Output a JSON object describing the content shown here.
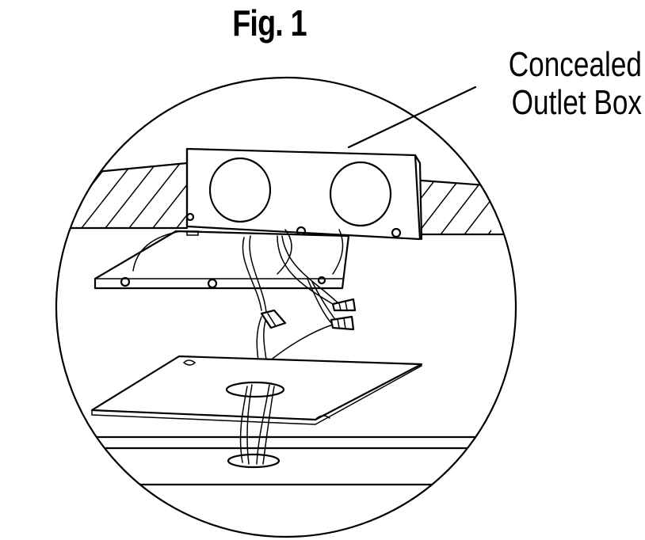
{
  "figure": {
    "title": "Fig. 1",
    "callout": {
      "line1": "Concealed",
      "line2": "Outlet Box"
    }
  }
}
